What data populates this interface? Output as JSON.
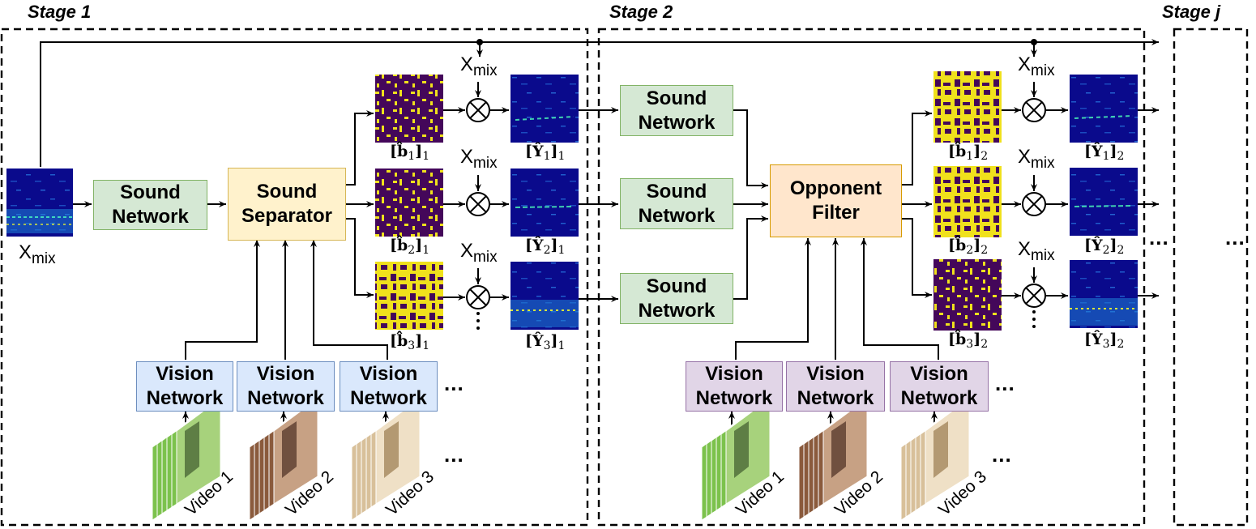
{
  "stages": {
    "stage1": "Stage 1",
    "stage2": "Stage 2",
    "stagej": "Stage j"
  },
  "input": {
    "base": "X",
    "sub": "mix"
  },
  "sound_network": "Sound\nNetwork",
  "sound_separator": "Sound\nSeparator",
  "opponent_filter": "Opponent\nFilter",
  "vision_network": "Vision\nNetwork",
  "videos": [
    "Video 1",
    "Video 2",
    "Video 3"
  ],
  "ellipsis": "...",
  "stage1_masks": [
    {
      "base": "[b̂",
      "idx": "1",
      "close": "]",
      "sub": "1"
    },
    {
      "base": "[b̂",
      "idx": "2",
      "close": "]",
      "sub": "1"
    },
    {
      "base": "[b̂",
      "idx": "3",
      "close": "]",
      "sub": "1"
    }
  ],
  "stage1_outputs": [
    {
      "base": "[Ŷ",
      "idx": "1",
      "close": "]",
      "sub": "1"
    },
    {
      "base": "[Ŷ",
      "idx": "2",
      "close": "]",
      "sub": "1"
    },
    {
      "base": "[Ŷ",
      "idx": "3",
      "close": "]",
      "sub": "1"
    }
  ],
  "stage2_masks": [
    {
      "base": "[b̂",
      "idx": "1",
      "close": "]",
      "sub": "2"
    },
    {
      "base": "[b̂",
      "idx": "2",
      "close": "]",
      "sub": "2"
    },
    {
      "base": "[b̂",
      "idx": "3",
      "close": "]",
      "sub": "2"
    }
  ],
  "stage2_outputs": [
    {
      "base": "[Ŷ",
      "idx": "1",
      "close": "]",
      "sub": "2"
    },
    {
      "base": "[Ŷ",
      "idx": "2",
      "close": "]",
      "sub": "2"
    },
    {
      "base": "[Ŷ",
      "idx": "3",
      "close": "]",
      "sub": "2"
    }
  ],
  "colors": {
    "sound_fill": "#d5e8d4",
    "sound_border": "#82b366",
    "separator_fill": "#fff2cc",
    "separator_border": "#d6b656",
    "opponent_fill": "#ffe6cc",
    "opponent_border": "#d79b00",
    "vision1_fill": "#dae8fc",
    "vision1_border": "#6c8ebf",
    "vision2_fill": "#e1d5e7",
    "vision2_border": "#9673a6",
    "mask_yellow": "#f0e11c",
    "mask_purple": "#44075a",
    "spec_navy": "#0a0a8c"
  },
  "icons": [
    "multiply-circle-icon",
    "spectrogram-icon",
    "mask-icon",
    "video-frames-icon",
    "arrow-icon"
  ]
}
